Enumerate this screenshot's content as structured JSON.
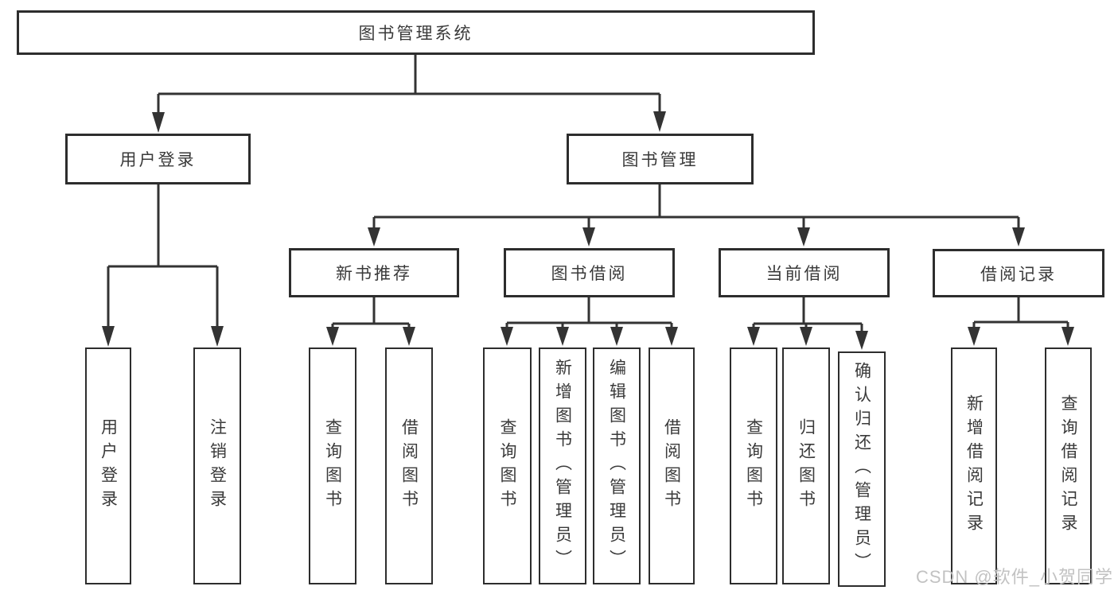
{
  "tree": {
    "root": {
      "label": "图书管理系统"
    },
    "level2": [
      {
        "label": "用户登录"
      },
      {
        "label": "图书管理"
      }
    ],
    "level3": [
      {
        "label": "新书推荐"
      },
      {
        "label": "图书借阅"
      },
      {
        "label": "当前借阅"
      },
      {
        "label": "借阅记录"
      }
    ],
    "leaves": {
      "login": [
        {
          "label": "用户登录"
        },
        {
          "label": "注销登录"
        }
      ],
      "newbook": [
        {
          "label": "查询图书"
        },
        {
          "label": "借阅图书"
        }
      ],
      "borrow": [
        {
          "label": "查询图书"
        },
        {
          "label": "新增图书（管理员）"
        },
        {
          "label": "编辑图书（管理员）"
        },
        {
          "label": "借阅图书"
        }
      ],
      "current": [
        {
          "label": "查询图书"
        },
        {
          "label": "归还图书"
        },
        {
          "label": "确认归还（管理员）"
        }
      ],
      "records": [
        {
          "label": "新增借阅记录"
        },
        {
          "label": "查询借阅记录"
        }
      ]
    }
  },
  "watermark": {
    "text": "CSDN @软件_小贺同学"
  },
  "colors": {
    "line": "#333333",
    "box_border": "#2d2d2d",
    "text": "#3a3a3a",
    "watermark": "#c2c2c2"
  }
}
